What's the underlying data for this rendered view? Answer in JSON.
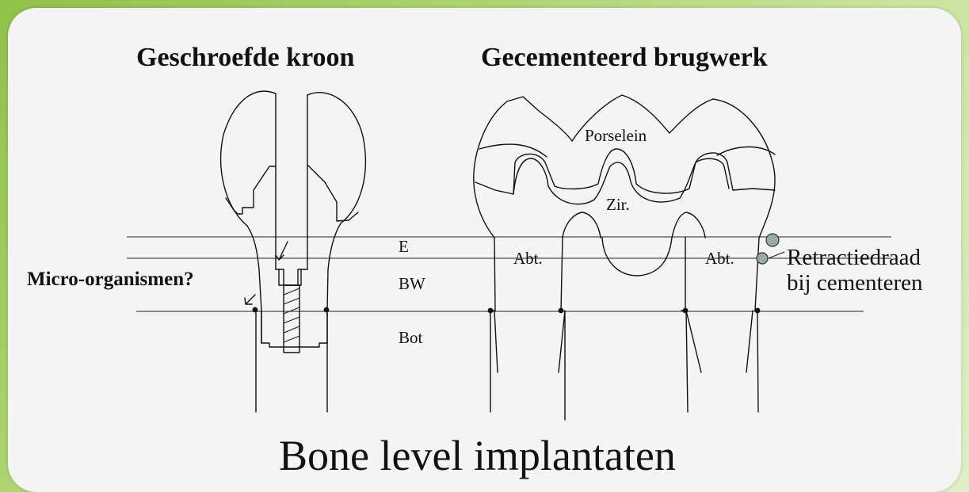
{
  "diagram": {
    "title_left": "Geschroefde kroon",
    "title_right": "Gecementeerd brugwerk",
    "footer_title": "Bone level implantaten",
    "labels": {
      "micro_organisms": "Micro-organismen?",
      "enamel": "E",
      "connective": "BW",
      "bone": "Bot",
      "porcelain": "Porselein",
      "zirconia": "Zir.",
      "abutment_left": "Abt.",
      "abutment_right": "Abt.",
      "retraction_line1": "Retractiedraad",
      "retraction_line2": "bij cementeren"
    }
  }
}
